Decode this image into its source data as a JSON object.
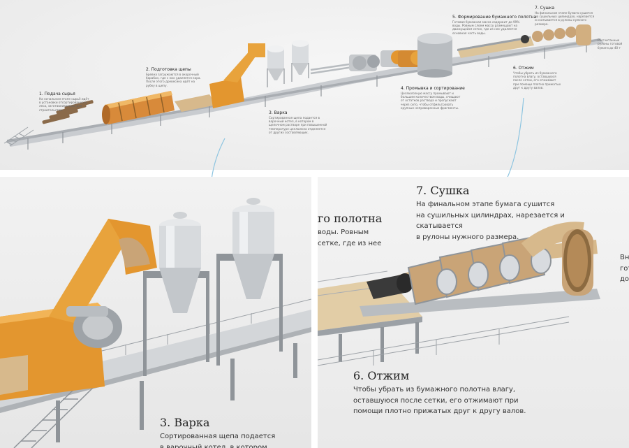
{
  "overview": {
    "steps": [
      {
        "title": "1. Подача сырья",
        "body": "На начальном этапе сырьё идёт в установки отсортированного леса, заготавливаемый для строительства."
      },
      {
        "title": "2. Подготовка щепы",
        "body": "Бревна загружаются в окорочный барабан, где с них удаляется кора. После этого древесина идёт на рубку в щепу."
      },
      {
        "title": "3. Варка",
        "body": "Сортированная щепа подается в варочный котел, в котором в щелочном растворе при повышенной температуре целлюлоза отделяется от других составляющих."
      },
      {
        "title": "4. Промывка и сортирование",
        "body": "Целлюлозную массу промывают и большим количеством воды, очищают от остатков раствора и пропускают через сито, чтобы отфильтровать крупные непроваренные фрагменты."
      },
      {
        "title": "5. Формирование бумажного полотна",
        "body": "Готовая бумажная масса содержит до 99% воды. Ровным слоем массу размещают на движущейся сетке, где из нее удаляется основная часть воды."
      },
      {
        "title": "6. Отжим",
        "body": "Чтобы убрать из бумажного полотна влагу, оставшуюся после сетки, его отжимают при помощи плотно прижатых друг к другу валов."
      },
      {
        "title": "7. Сушка",
        "body": "На финальном этапе бумага сушится на сушильных цилиндрах, нарезается и скатывается в рулоны нужного размера."
      },
      {
        "title": "",
        "body": "Рассчитанные рулоны готовой бумаги до 40 т"
      }
    ]
  },
  "zoom_left": {
    "step_title": "3. Варка",
    "body_line1": "Сортированная щепа подается",
    "body_line2": "в варочный котел, в котором"
  },
  "zoom_right": {
    "step5_title_partial": "го полотна",
    "step5_line1": "воды. Ровным",
    "step5_line2": "сетке, где из нее",
    "step7_title": "7. Сушка",
    "step7_line1": "На финальном этапе бумага сушится",
    "step7_line2": "на сушильных цилиндрах, нарезается и скатывается",
    "step7_line3": "в рулоны нужного размера.",
    "step6_title": "6. Отжим",
    "step6_line1": "Чтобы убрать из бумажного полотна влагу,",
    "step6_line2": "оставшуюся после сетки, его отжимают при",
    "step6_line3": "помощи плотно прижатых друг к другу валов.",
    "edge_line1": "Вн",
    "edge_line2": "гот",
    "edge_line3": "до"
  },
  "colors": {
    "machine_orange": "#e8a33c",
    "metal_gray": "#8f9499",
    "paper_tan": "#d7b98c",
    "connector_blue": "#8cc4e0"
  }
}
